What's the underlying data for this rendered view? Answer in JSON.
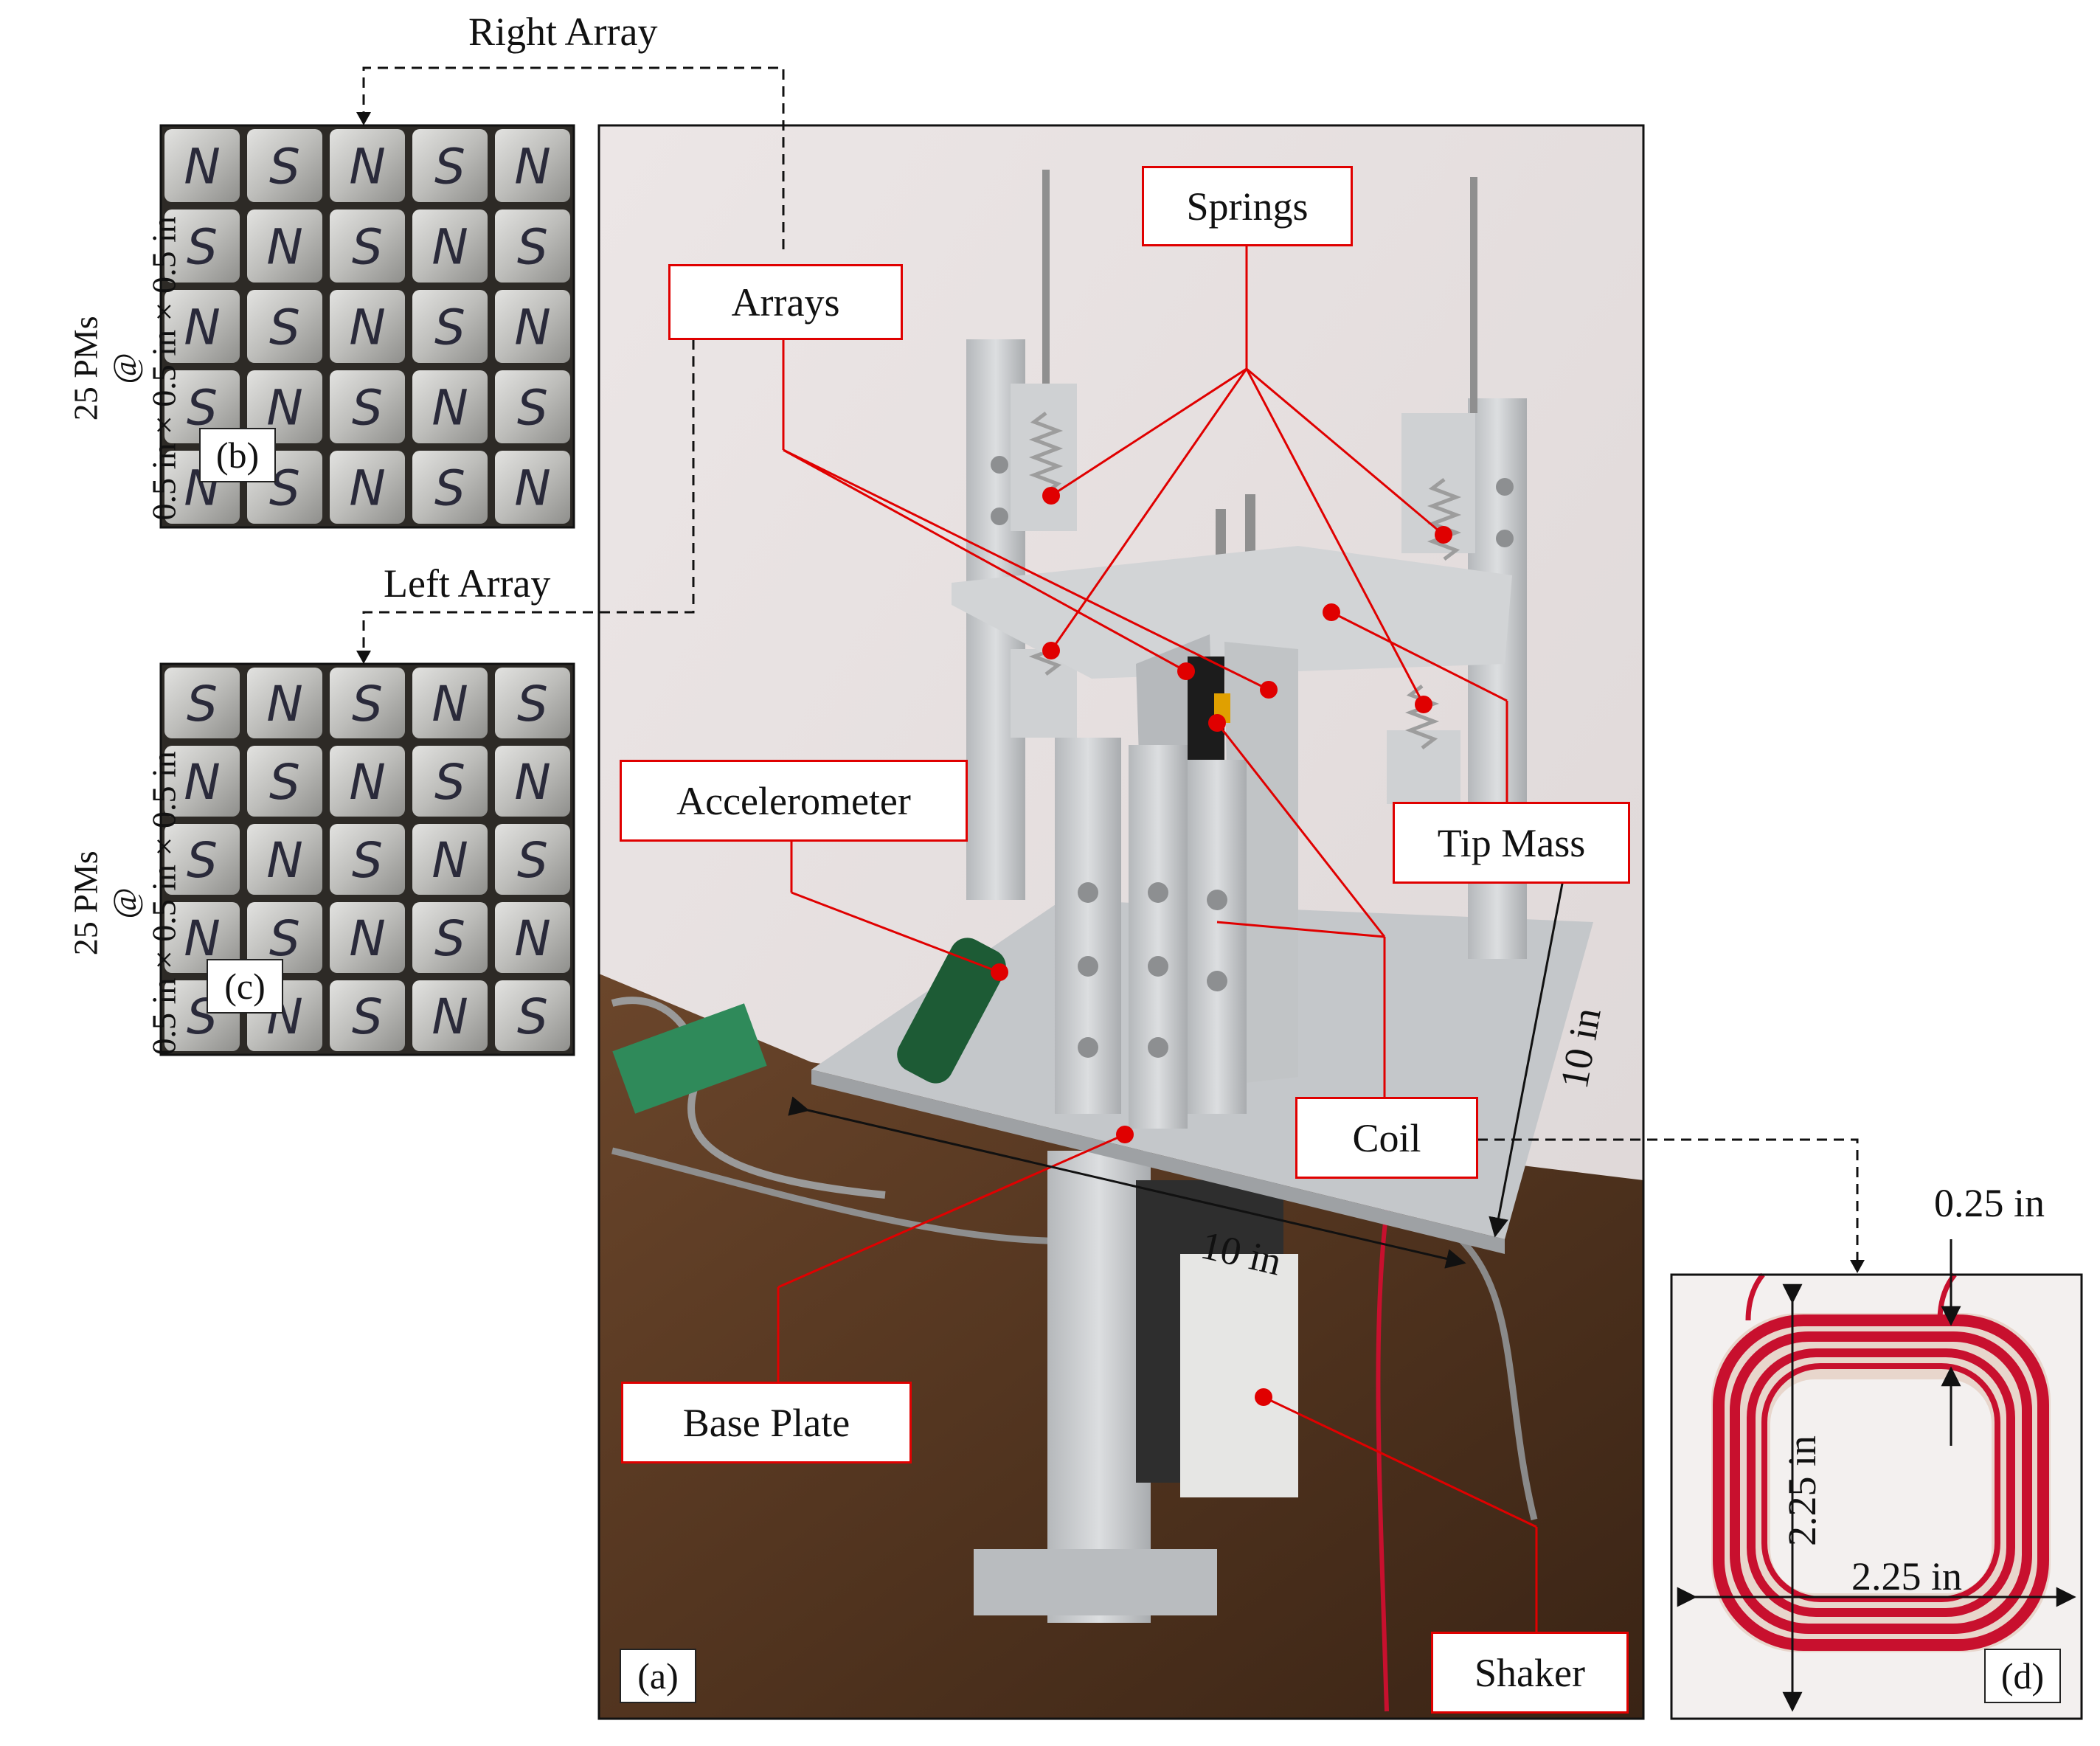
{
  "panels": {
    "a": "(a)",
    "b": "(b)",
    "c": "(c)",
    "d": "(d)"
  },
  "callouts": {
    "springs": "Springs",
    "arrays": "Arrays",
    "accelerometer": "Accelerometer",
    "tip_mass": "Tip Mass",
    "coil": "Coil",
    "base_plate": "Base Plate",
    "shaker": "Shaker"
  },
  "array_titles": {
    "right": "Right Array",
    "left": "Left Array"
  },
  "array_specs": {
    "count": "25 PMs",
    "at": "@",
    "size": "0.5 in × 0.5 in × 0.5 in"
  },
  "magnet_grids": {
    "right": [
      [
        "N",
        "S",
        "N",
        "S",
        "N"
      ],
      [
        "S",
        "N",
        "S",
        "N",
        "S"
      ],
      [
        "N",
        "S",
        "N",
        "S",
        "N"
      ],
      [
        "S",
        "N",
        "S",
        "N",
        "S"
      ],
      [
        "N",
        "S",
        "N",
        "S",
        "N"
      ]
    ],
    "left": [
      [
        "S",
        "N",
        "S",
        "N",
        "S"
      ],
      [
        "N",
        "S",
        "N",
        "S",
        "N"
      ],
      [
        "S",
        "N",
        "S",
        "N",
        "S"
      ],
      [
        "N",
        "S",
        "N",
        "S",
        "N"
      ],
      [
        "S",
        "N",
        "S",
        "N",
        "S"
      ]
    ]
  },
  "dimensions": {
    "plate_depth": "10 in",
    "plate_width": "10 in",
    "coil_thickness": "0.25 in",
    "coil_height": "2.25 in",
    "coil_width": "2.25 in"
  },
  "colors": {
    "callout": "#e00000",
    "coil_wire": "#c8102e",
    "wall": "#e9e4e4",
    "aluminum": "#c9cbcd",
    "table": "#5a3a24"
  }
}
